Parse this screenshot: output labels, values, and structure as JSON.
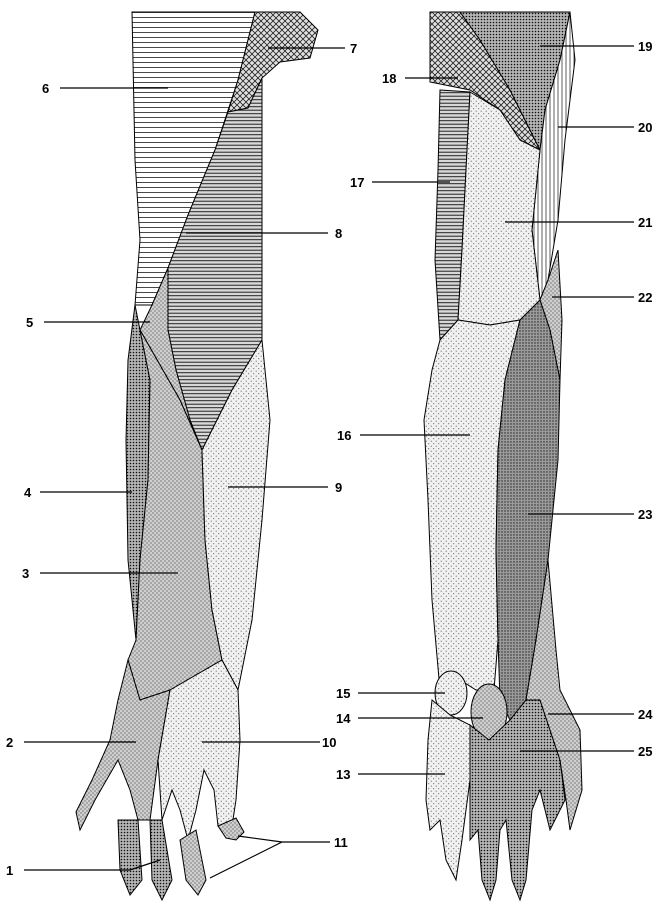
{
  "labels": {
    "l1": "1",
    "l2": "2",
    "l3": "3",
    "l4": "4",
    "l5": "5",
    "l6": "6",
    "l7": "7",
    "l8": "8",
    "l9": "9",
    "l10": "10",
    "l11": "11",
    "l13": "13",
    "l14": "14",
    "l15": "15",
    "l16": "16",
    "l17": "17",
    "l18": "18",
    "l19": "19",
    "l20": "20",
    "l21": "21",
    "l22": "22",
    "l23": "23",
    "l24": "24",
    "l25": "25"
  },
  "colors": {
    "ink": "#000000",
    "background": "#ffffff",
    "light_stipple": "#e6e6e6",
    "medium_stipple": "#bdbdbd",
    "dark_stipple": "#8c8c8c",
    "fine_dots": "#f3f3f3"
  }
}
